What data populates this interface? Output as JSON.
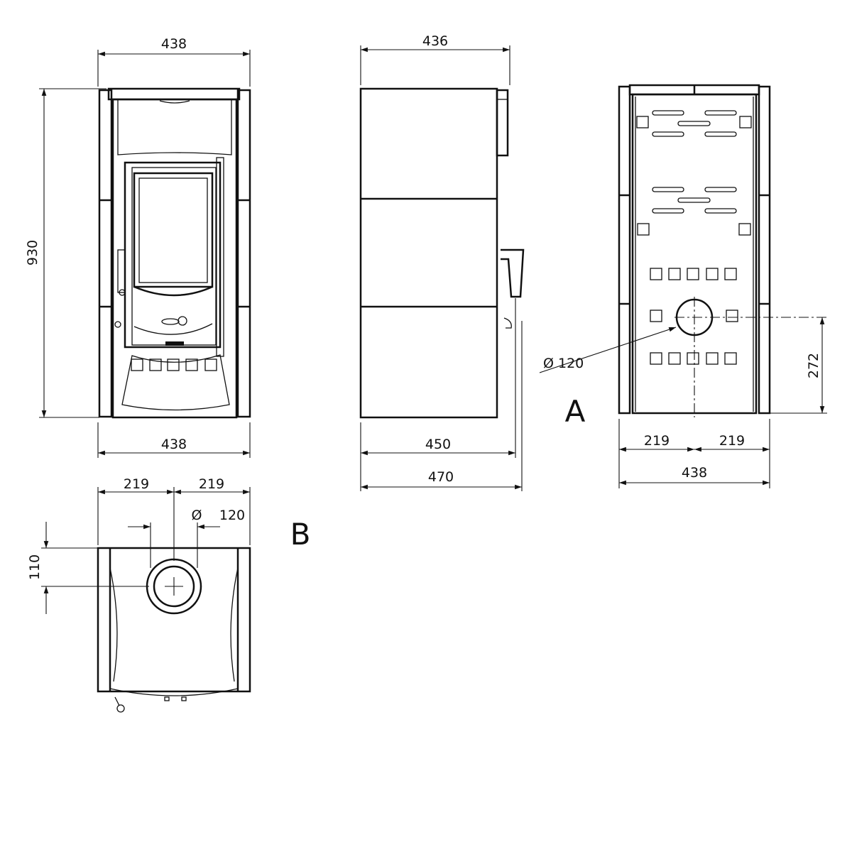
{
  "front_view": {
    "width_top": "438",
    "height": "930",
    "width_bottom": "438"
  },
  "side_view": {
    "depth_top": "436",
    "depth_body": "450",
    "depth_total": "470"
  },
  "rear_view": {
    "label": "A",
    "flue_diameter": "Ø 120",
    "flue_height": "272",
    "half_left": "219",
    "half_right": "219",
    "width": "438"
  },
  "top_view": {
    "label": "B",
    "half_left": "219",
    "half_right": "219",
    "flue_diameter_symbol": "Ø",
    "flue_diameter": "120",
    "flue_offset": "110"
  }
}
